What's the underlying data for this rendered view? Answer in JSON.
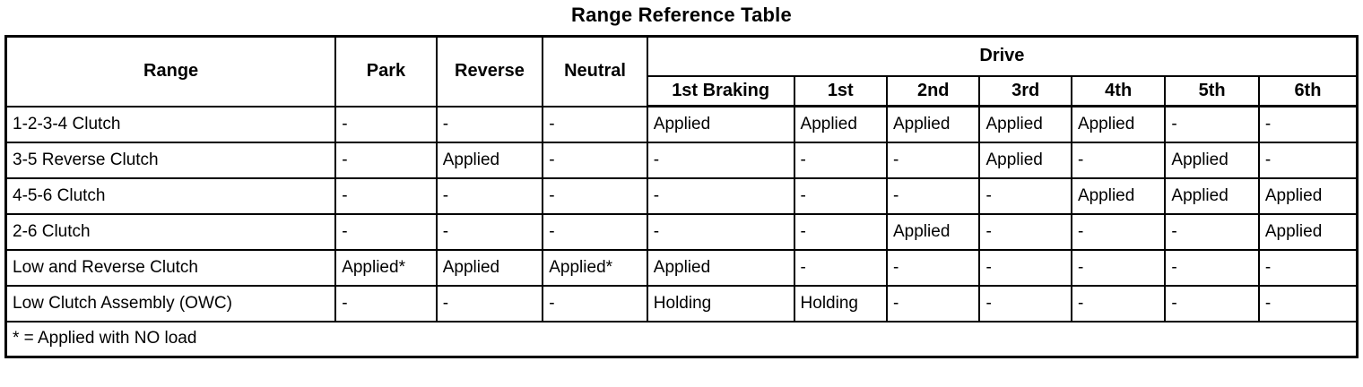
{
  "title": "Range Reference Table",
  "table": {
    "rowspan_columns": [
      "Range",
      "Park",
      "Reverse",
      "Neutral"
    ],
    "drive_label": "Drive",
    "drive_columns": [
      "1st Braking",
      "1st",
      "2nd",
      "3rd",
      "4th",
      "5th",
      "6th"
    ],
    "rows": [
      {
        "range": "1-2-3-4 Clutch",
        "cells": [
          "-",
          "-",
          "-",
          "Applied",
          "Applied",
          "Applied",
          "Applied",
          "Applied",
          "-",
          "-"
        ]
      },
      {
        "range": "3-5 Reverse Clutch",
        "cells": [
          "-",
          "Applied",
          "-",
          "-",
          "-",
          "-",
          "Applied",
          "-",
          "Applied",
          "-"
        ]
      },
      {
        "range": "4-5-6 Clutch",
        "cells": [
          "-",
          "-",
          "-",
          "-",
          "-",
          "-",
          "-",
          "Applied",
          "Applied",
          "Applied"
        ]
      },
      {
        "range": "2-6 Clutch",
        "cells": [
          "-",
          "-",
          "-",
          "-",
          "-",
          "Applied",
          "-",
          "-",
          "-",
          "Applied"
        ]
      },
      {
        "range": "Low and Reverse Clutch",
        "cells": [
          "Applied*",
          "Applied",
          "Applied*",
          "Applied",
          "-",
          "-",
          "-",
          "-",
          "-",
          "-"
        ]
      },
      {
        "range": "Low Clutch Assembly (OWC)",
        "cells": [
          "-",
          "-",
          "-",
          "Holding",
          "Holding",
          "-",
          "-",
          "-",
          "-",
          "-"
        ]
      }
    ],
    "footnote": "* = Applied with NO load"
  }
}
